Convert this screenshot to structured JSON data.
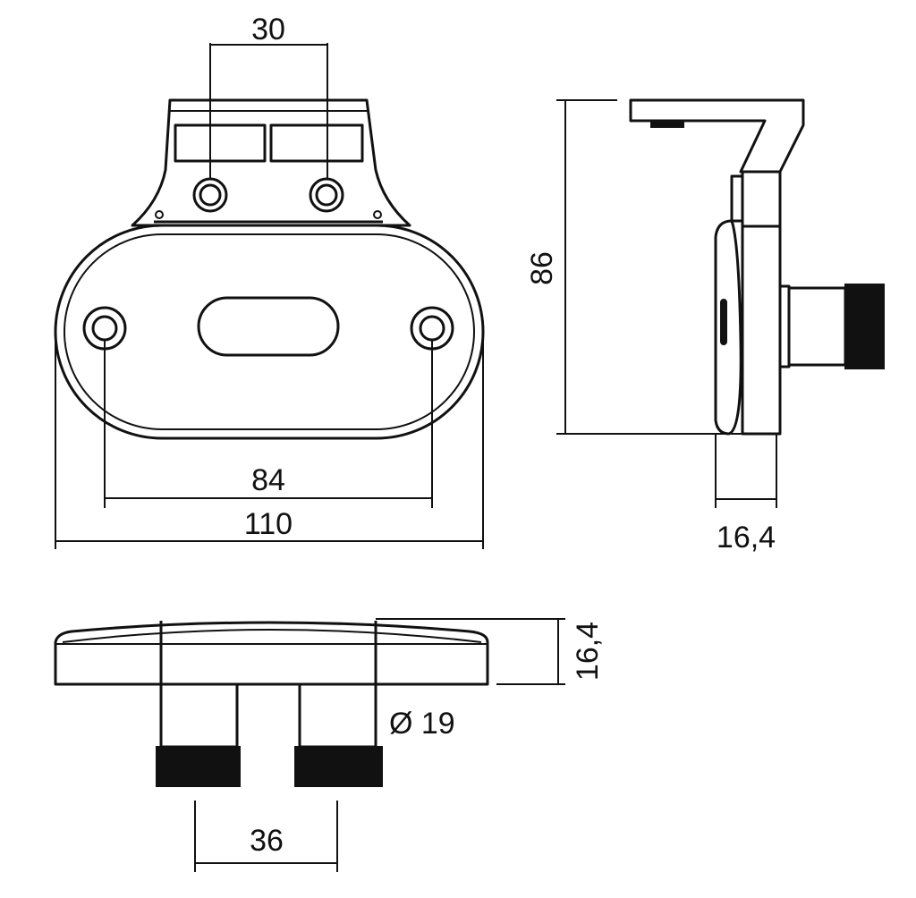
{
  "front_view": {
    "dim_hole_spacing_top": "30",
    "dim_hole_spacing": "84",
    "dim_width": "110"
  },
  "side_view": {
    "dim_height": "86",
    "dim_depth": "16,4"
  },
  "bottom_view": {
    "dim_depth": "16,4",
    "dim_pipe_diameter": "Ø 19",
    "dim_pipe_spacing": "36"
  }
}
